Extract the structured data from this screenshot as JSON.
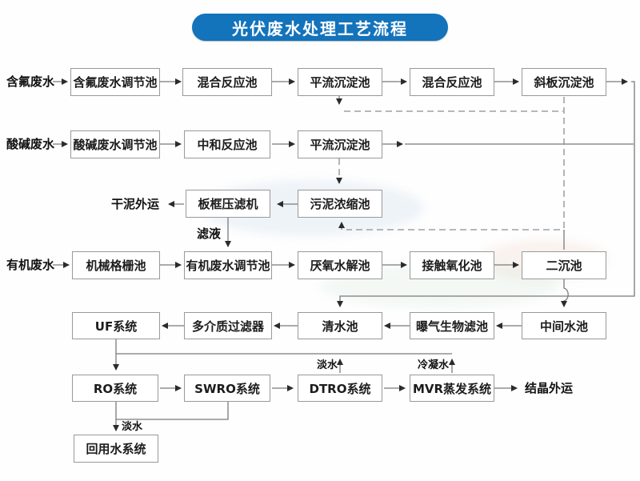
{
  "title": "光伏废水处理工艺流程",
  "colors": {
    "banner_blue": "#1373bb",
    "box_border": "#999999",
    "line_gray": "#7a7a7a",
    "arrow_dark": "#2b2b2b"
  },
  "rows": {
    "fluoride": {
      "source": "含氟废水",
      "boxes": [
        "含氟废水调节池",
        "混合反应池",
        "平流沉淀池",
        "混合反应池",
        "斜板沉淀池"
      ]
    },
    "acid_alkali": {
      "source": "酸碱废水",
      "boxes": [
        "酸碱废水调节池",
        "中和反应池",
        "平流沉淀池"
      ]
    },
    "sludge": {
      "output": "干泥外运",
      "boxes": [
        "板框压滤机",
        "污泥浓缩池"
      ],
      "filtrate": "滤液"
    },
    "organic": {
      "source": "有机废水",
      "boxes": [
        "机械格栅池",
        "有机废水调节池",
        "厌氧水解池",
        "接触氧化池",
        "二沉池"
      ]
    },
    "polish": {
      "boxes": [
        "UF系统",
        "多介质过滤器",
        "清水池",
        "曝气生物滤池",
        "中间水池"
      ]
    },
    "membrane": {
      "boxes": [
        "RO系统",
        "SWRO系统",
        "DTRO系统",
        "MVR蒸发系统"
      ],
      "output": "结晶外运",
      "freshwater": "淡水",
      "condensate": "冷凝水"
    },
    "reuse": {
      "boxes": [
        "回用水系统"
      ],
      "freshwater": "淡水"
    }
  }
}
